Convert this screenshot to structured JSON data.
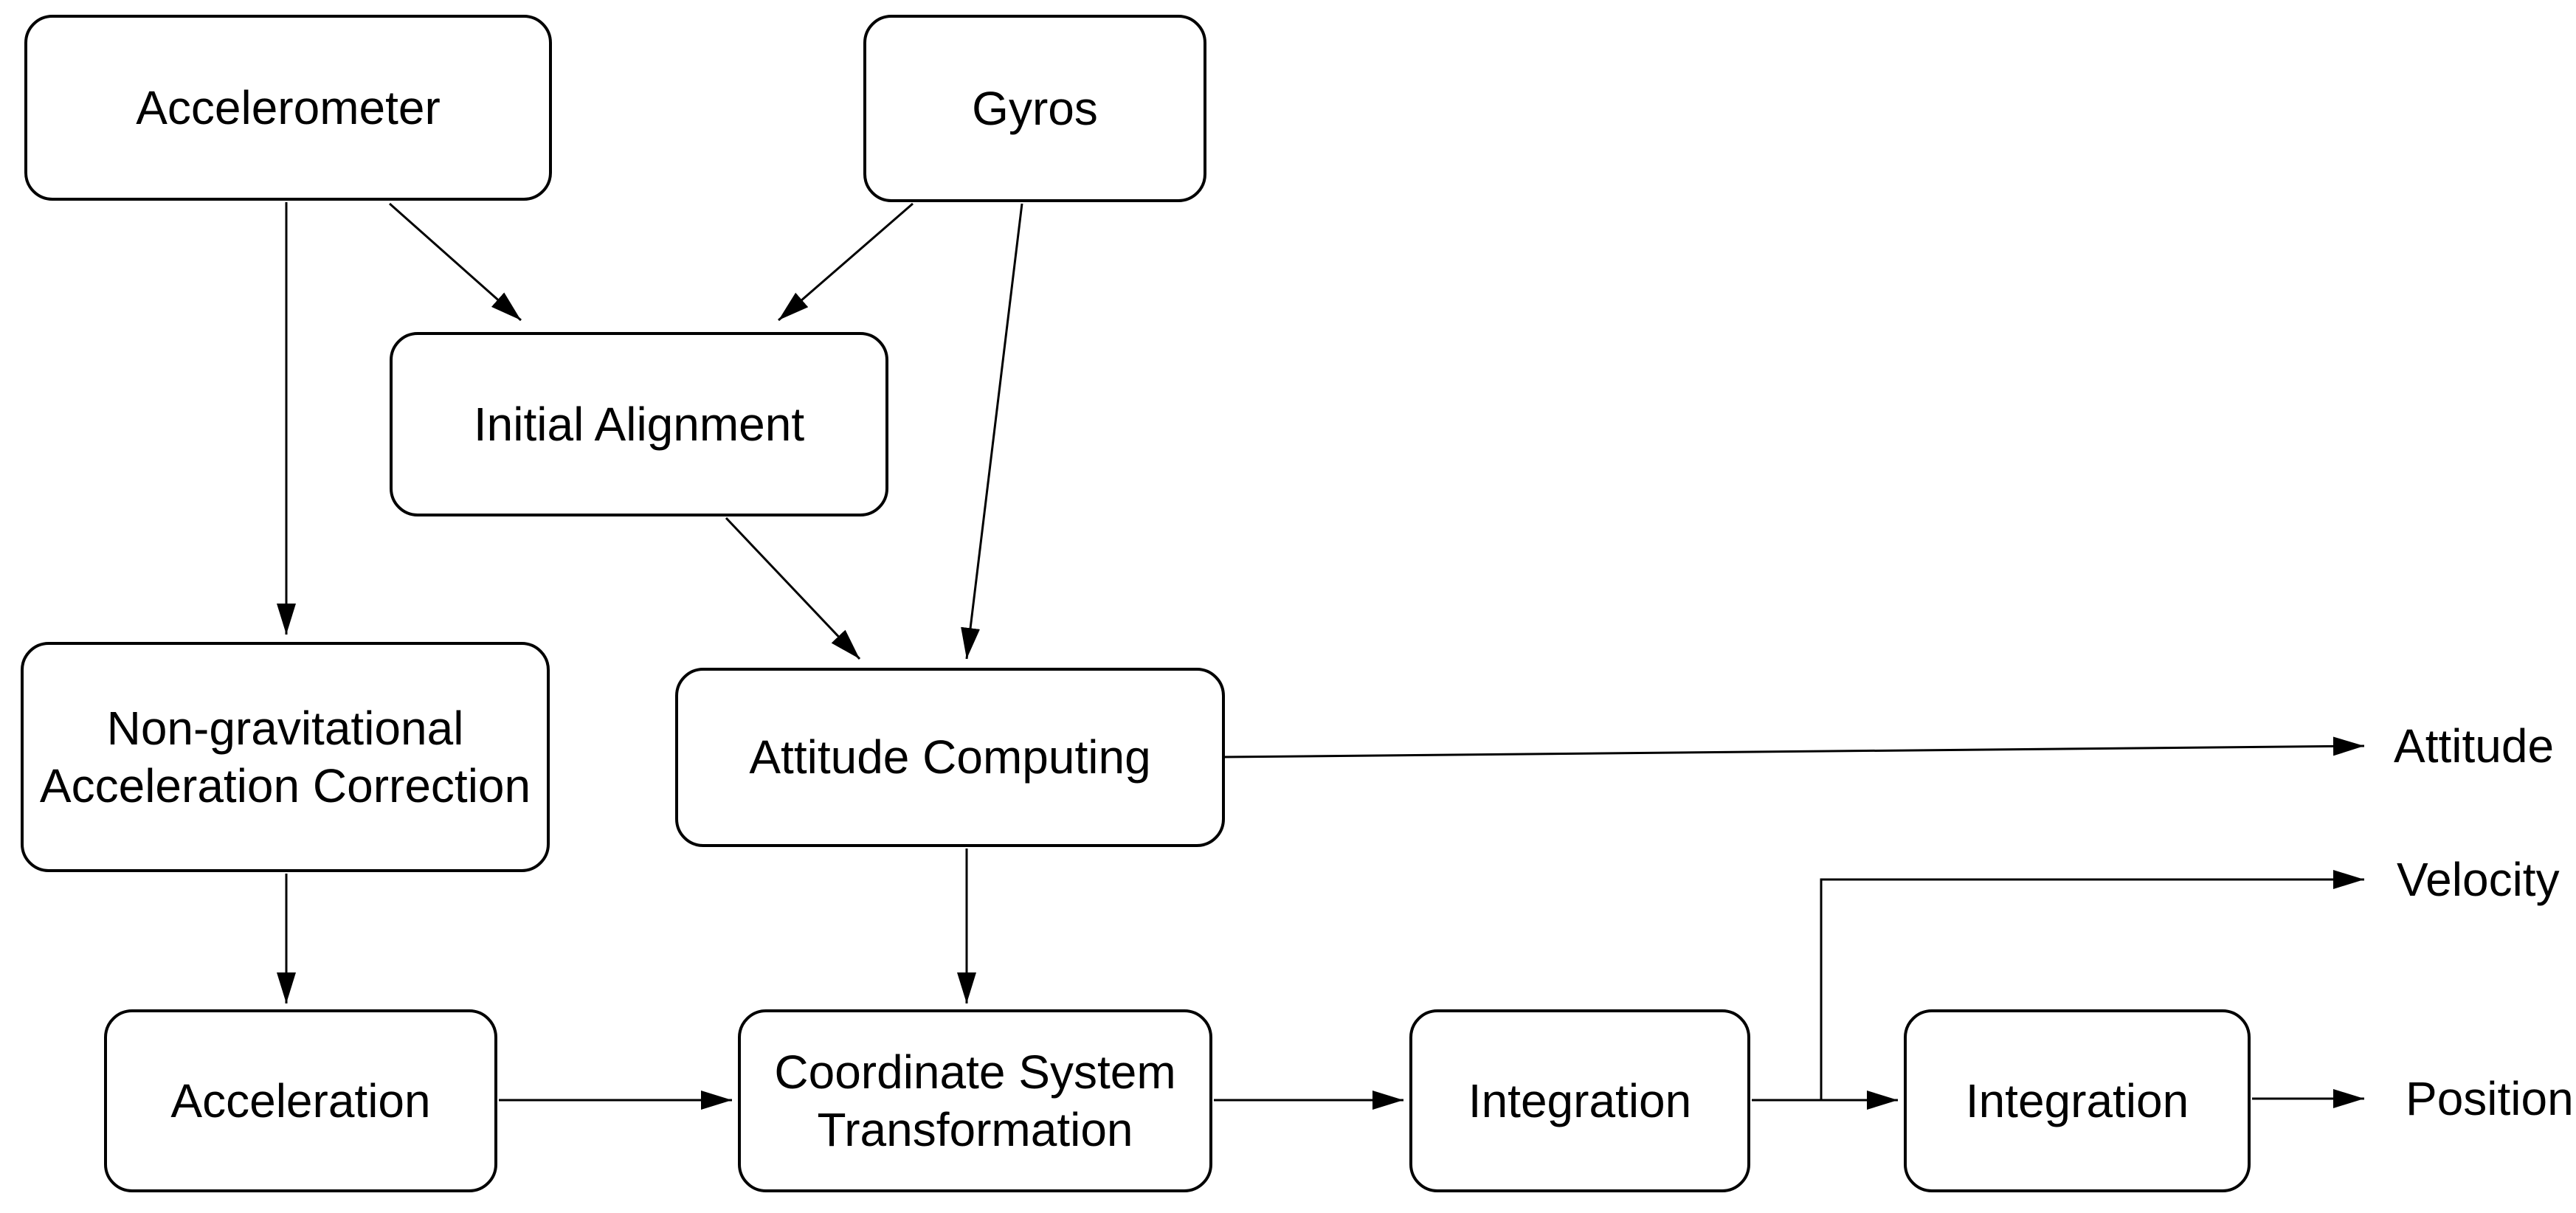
{
  "diagram": {
    "type": "flowchart",
    "description": "Strapdown inertial navigation system block diagram",
    "colors": {
      "background": "#ffffff",
      "stroke": "#000000",
      "text": "#000000"
    },
    "nodes": {
      "accelerometer": {
        "label": "Accelerometer"
      },
      "gyros": {
        "label": "Gyros"
      },
      "initial_alignment": {
        "label": "Initial Alignment"
      },
      "non_gravitational": {
        "label": "Non-gravitational\nAcceleration Correction"
      },
      "attitude_computing": {
        "label": "Attitude Computing"
      },
      "acceleration": {
        "label": "Acceleration"
      },
      "coordinate_system_transformation": {
        "label": "Coordinate System\nTransformation"
      },
      "integration_1": {
        "label": "Integration"
      },
      "integration_2": {
        "label": "Integration"
      }
    },
    "outputs": {
      "attitude": {
        "label": "Attitude"
      },
      "velocity": {
        "label": "Velocity"
      },
      "position": {
        "label": "Position"
      }
    },
    "edges": [
      {
        "from": "accelerometer",
        "to": "non_gravitational"
      },
      {
        "from": "accelerometer",
        "to": "initial_alignment"
      },
      {
        "from": "gyros",
        "to": "initial_alignment"
      },
      {
        "from": "gyros",
        "to": "attitude_computing"
      },
      {
        "from": "initial_alignment",
        "to": "attitude_computing"
      },
      {
        "from": "non_gravitational",
        "to": "acceleration"
      },
      {
        "from": "attitude_computing",
        "to": "coordinate_system_transformation"
      },
      {
        "from": "attitude_computing",
        "to": "attitude"
      },
      {
        "from": "acceleration",
        "to": "coordinate_system_transformation"
      },
      {
        "from": "coordinate_system_transformation",
        "to": "integration_1"
      },
      {
        "from": "integration_1",
        "to": "integration_2"
      },
      {
        "from": "integration_1",
        "to": "velocity",
        "note": "tapped from line between the two integration blocks"
      },
      {
        "from": "integration_2",
        "to": "position"
      }
    ]
  }
}
